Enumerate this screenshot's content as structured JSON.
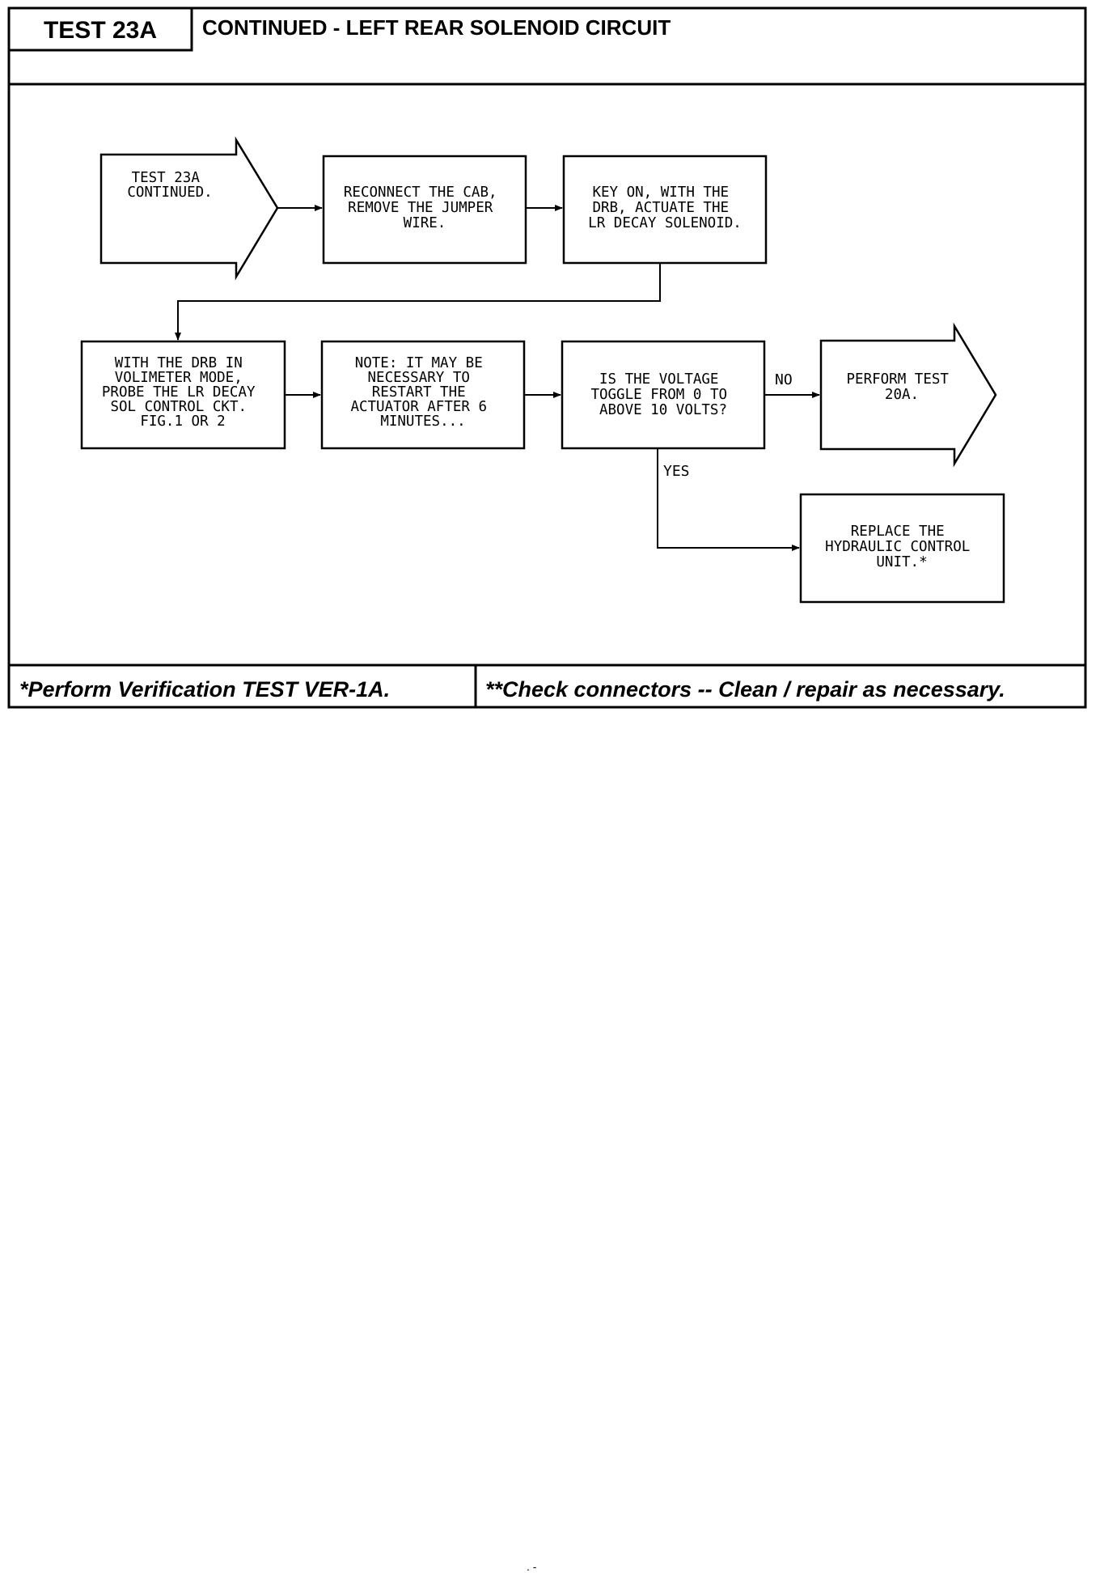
{
  "header": {
    "test_label": "TEST 23A",
    "title": "CONTINUED - LEFT REAR SOLENOID CIRCUIT"
  },
  "flowchart": {
    "nodes": [
      {
        "id": "start",
        "lines": [
          "TEST 23A",
          "CONTINUED."
        ]
      },
      {
        "id": "reconnect",
        "lines": [
          "RECONNECT THE CAB,",
          "REMOVE THE JUMPER",
          "WIRE."
        ]
      },
      {
        "id": "key-on",
        "lines": [
          "KEY ON, WITH THE",
          "DRB, ACTUATE THE",
          "LR DECAY SOLENOID."
        ]
      },
      {
        "id": "probe",
        "lines": [
          "WITH THE DRB IN",
          "VOLIMETER MODE,",
          "PROBE THE LR DECAY",
          "SOL CONTROL CKT.",
          "FIG.1 OR 2"
        ]
      },
      {
        "id": "note",
        "lines": [
          "NOTE: IT MAY BE",
          "NECESSARY TO",
          "RESTART THE",
          "ACTUATOR AFTER 6",
          "MINUTES..."
        ]
      },
      {
        "id": "question",
        "lines": [
          "IS THE VOLTAGE",
          "TOGGLE FROM 0 TO",
          "ABOVE 10 VOLTS?"
        ]
      },
      {
        "id": "perform",
        "lines": [
          "PERFORM TEST",
          "20A."
        ]
      },
      {
        "id": "replace",
        "lines": [
          "REPLACE THE",
          "HYDRAULIC CONTROL",
          "UNIT.*"
        ]
      }
    ],
    "labels": {
      "no": "NO",
      "yes": "YES"
    }
  },
  "footer": {
    "left": "*Perform Verification TEST VER-1A.",
    "right": "**Check connectors -- Clean / repair as necessary."
  },
  "page_mark": ". -"
}
